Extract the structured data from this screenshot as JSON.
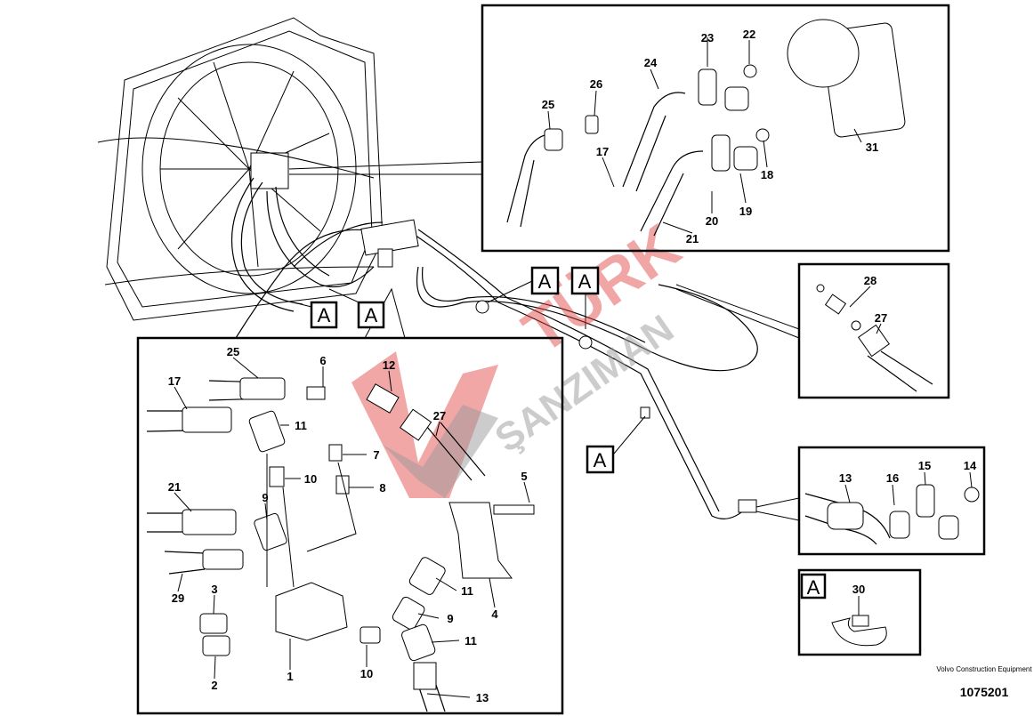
{
  "figure": {
    "credit": "Volvo Construction Equipment",
    "document_number": "1075201",
    "watermark": "TÜRK ŞANZIMAN",
    "callout_letter": "A"
  },
  "labels": {
    "top_inset": [
      "23",
      "22",
      "24",
      "26",
      "25",
      "17",
      "18",
      "31",
      "19",
      "20",
      "21"
    ],
    "right_inset_1": [
      "28",
      "27"
    ],
    "right_inset_2": [
      "13",
      "16",
      "15",
      "14"
    ],
    "clip_inset": [
      "A",
      "30"
    ],
    "main_inset": [
      "25",
      "6",
      "12",
      "17",
      "11",
      "27",
      "7",
      "10",
      "8",
      "5",
      "21",
      "9",
      "11",
      "29",
      "3",
      "9",
      "4",
      "11",
      "2",
      "1",
      "10",
      "13"
    ]
  }
}
